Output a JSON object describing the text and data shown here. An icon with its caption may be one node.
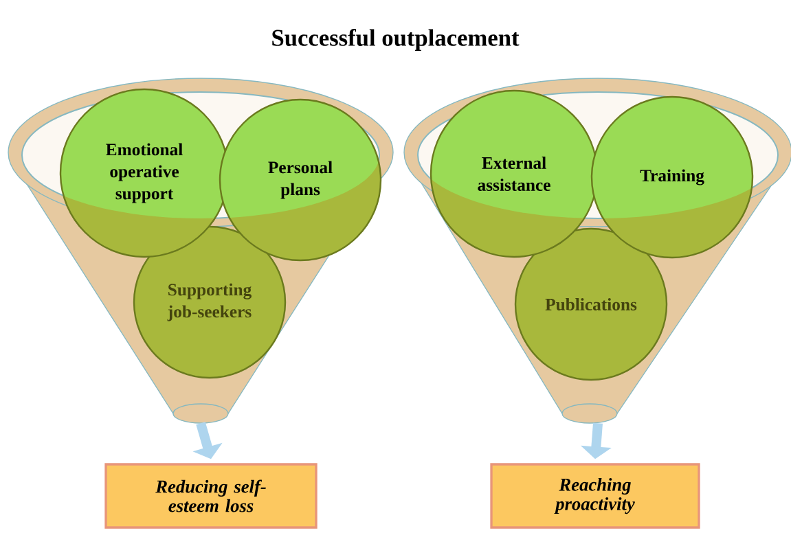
{
  "diagram": {
    "title": "Successful outplacement",
    "nodes": [
      {
        "text": [],
        "shape": "funnel"
      },
      {
        "text": [
          "Emotional operative support"
        ]
      },
      {
        "text": [
          "Personal plans"
        ]
      },
      {
        "text": [
          "Supporting job-seekers"
        ],
        "in": 0
      },
      {
        "text": [],
        "shape": "funnel"
      },
      {
        "text": [
          "External assistance"
        ]
      },
      {
        "text": [
          "Training"
        ]
      },
      {
        "text": [
          "Publications"
        ],
        "in": 4
      },
      {
        "text": [
          "Reducing self-esteem loss"
        ]
      },
      {
        "text": [
          "Reaching proactivity"
        ]
      }
    ],
    "edges": [
      {
        "from": 0,
        "to": 8,
        "arrow": "to"
      },
      {
        "from": 4,
        "to": 9,
        "arrow": "to"
      }
    ]
  }
}
